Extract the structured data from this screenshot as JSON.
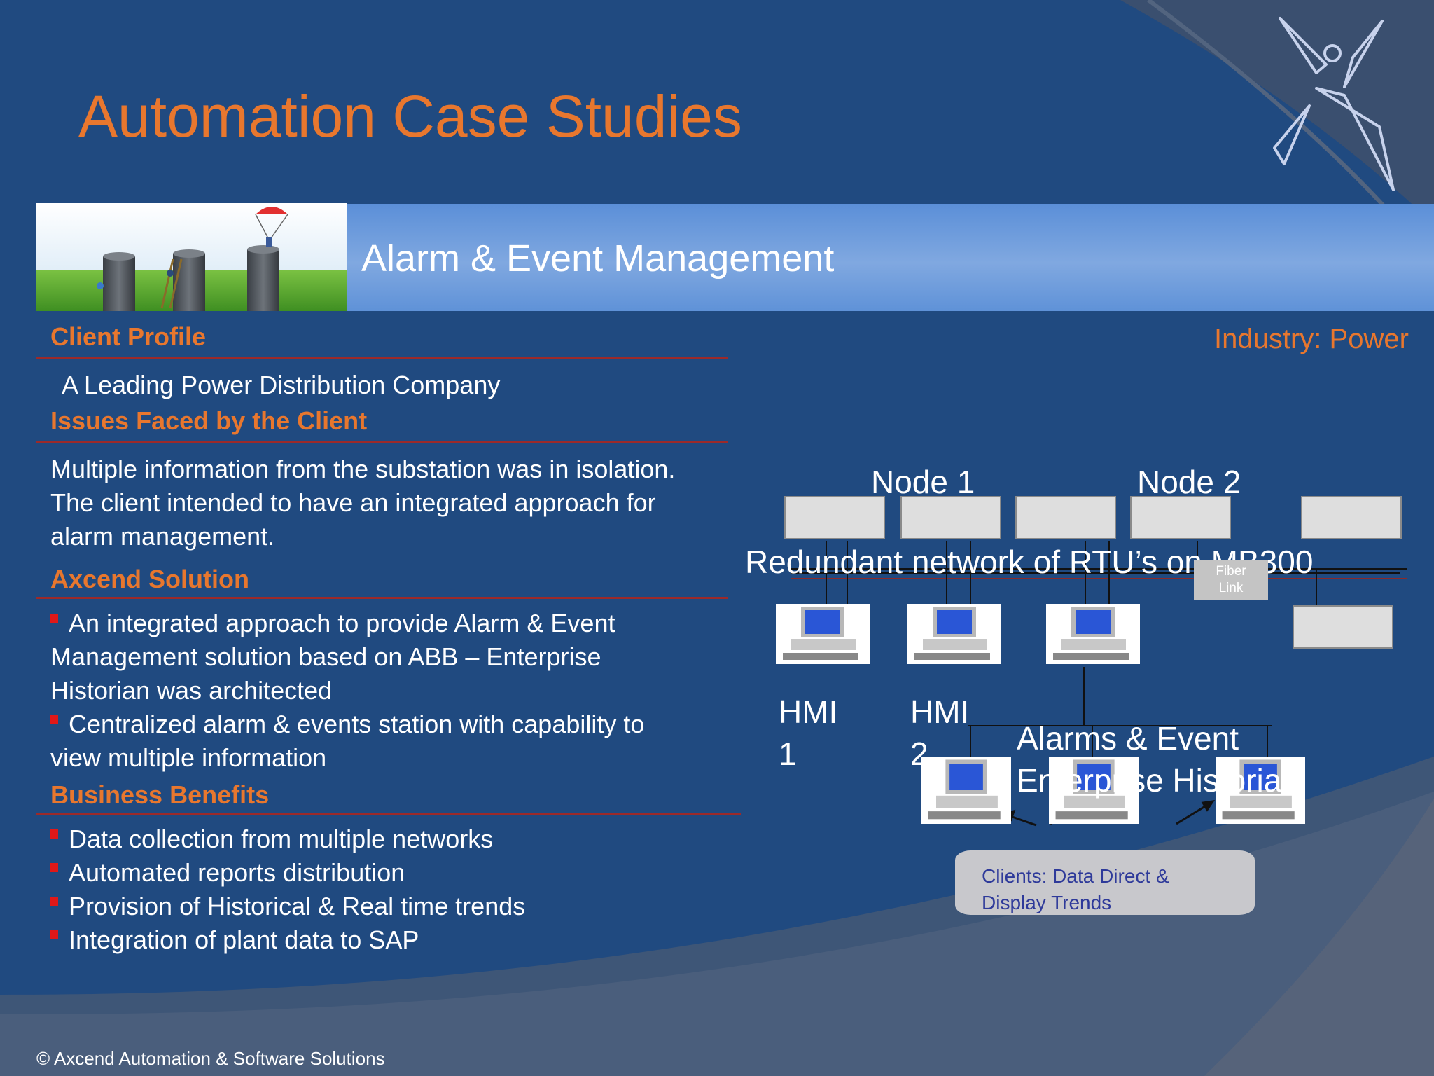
{
  "colors": {
    "accent": "#e8772e",
    "background": "#204a80",
    "banner": "#6f9ede",
    "rule": "#9c2a2a",
    "bullet": "#e01818"
  },
  "title": "Automation Case Studies",
  "banner": {
    "text": "Alarm & Event Management"
  },
  "logo": {
    "icon": "stick-figure-logo-icon"
  },
  "industry": "Industry: Power",
  "sections": {
    "client_profile": {
      "heading": "Client Profile",
      "text": "A Leading Power Distribution Company"
    },
    "issues": {
      "heading": "Issues Faced by the Client",
      "lines": [
        "Multiple information from the substation was in isolation.",
        "The client intended to have an integrated approach for",
        "alarm management."
      ]
    },
    "solution": {
      "heading": "Axcend Solution",
      "bullets": [
        [
          "An integrated approach to provide Alarm & Event",
          "Management solution based on ABB – Enterprise",
          "Historian was architected"
        ],
        [
          "Centralized alarm & events  station with capability to",
          "view multiple information"
        ]
      ]
    },
    "benefits": {
      "heading": "Business Benefits",
      "bullets": [
        "Data collection from multiple networks",
        "Automated reports distribution",
        "Provision of Historical & Real time trends",
        "Integration of plant data to SAP"
      ]
    }
  },
  "diagram": {
    "node1": "Node 1",
    "node2": "Node 2",
    "network": "Redundant network of RTU’s on MB300",
    "fiber": [
      "Fiber",
      "Link"
    ],
    "hmi1": [
      "HMI",
      "1"
    ],
    "hmi2": [
      "HMI",
      "2"
    ],
    "historian": [
      "Alarms & Event",
      "Enterprise Historian"
    ],
    "clients": [
      "Clients: Data Direct &",
      "Display Trends"
    ]
  },
  "footer": "© Axcend Automation & Software Solutions"
}
